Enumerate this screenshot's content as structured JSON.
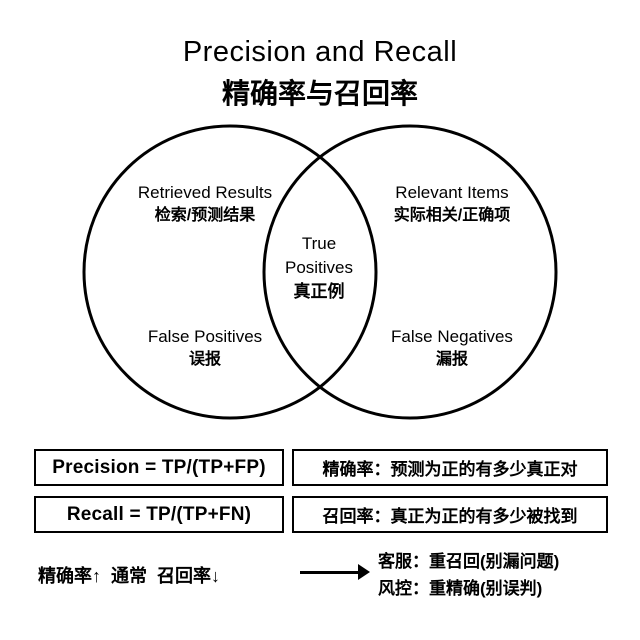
{
  "title": {
    "en": "Precision and Recall",
    "zh": "精确率与召回率"
  },
  "colors": {
    "stroke": "#000000",
    "background": "#ffffff"
  },
  "venn": {
    "left_circle": {
      "top_label_en": "Retrieved Results",
      "top_label_zh": "检索/预测结果",
      "bottom_label_en": "False Positives",
      "bottom_label_zh": "误报"
    },
    "right_circle": {
      "top_label_en": "Relevant Items",
      "top_label_zh": "实际相关/正确项",
      "bottom_label_en": "False Negatives",
      "bottom_label_zh": "漏报"
    },
    "intersection": {
      "line1": "True",
      "line2": "Positives",
      "line3": "真正例"
    }
  },
  "formulas": [
    {
      "formula": "Precision = TP/(TP+FP)",
      "explanation": "精确率：预测为正的有多少真正对"
    },
    {
      "formula": "Recall = TP/(TP+FN)",
      "explanation": "召回率：真正为正的有多少被找到"
    }
  ],
  "tradeoff": {
    "statement": "精确率↑  通常  召回率↓",
    "example_line1": "客服：重召回(别漏问题)",
    "example_line2": "风控：重精确(别误判)"
  }
}
